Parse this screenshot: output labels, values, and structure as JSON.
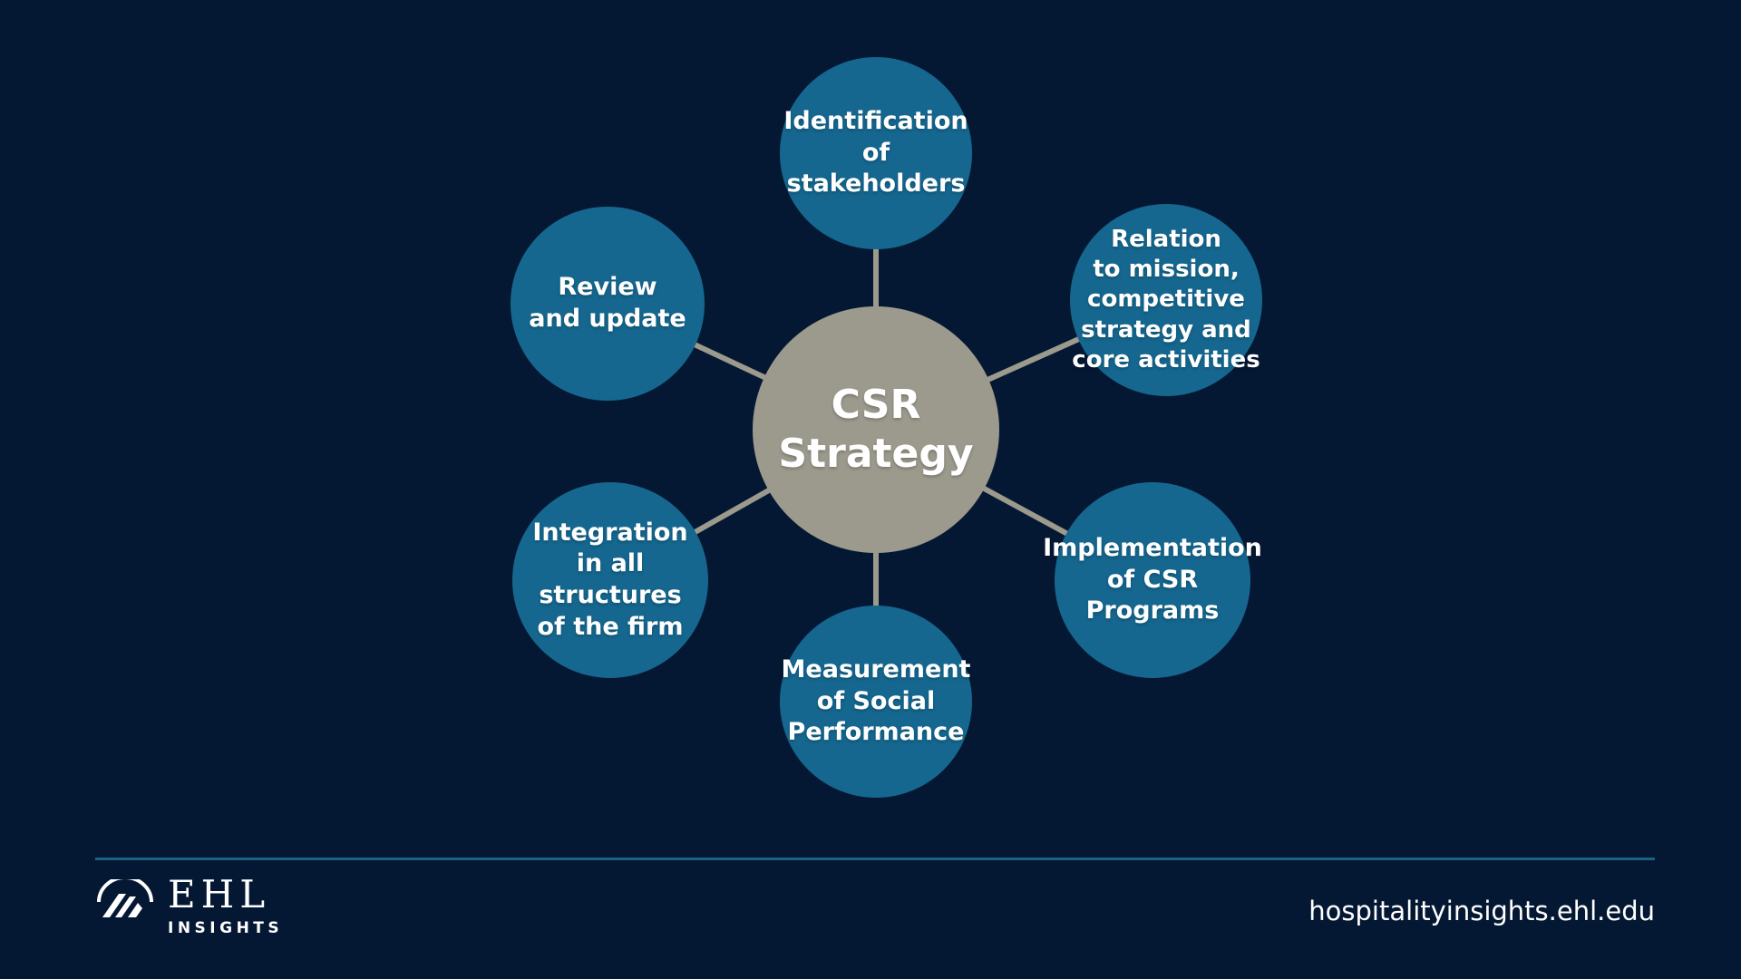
{
  "colors": {
    "bg_navy": "#051833",
    "node_blue": "#15678f",
    "center_gray": "#9c9a8d",
    "connector_gray": "#9c9a8d",
    "text_white": "#ffffff",
    "divider_teal": "#1b6283"
  },
  "diagram": {
    "center_label": "CSR\nStrategy",
    "nodes": [
      {
        "label": "Identification\nof stakeholders"
      },
      {
        "label": "Relation\nto mission,\ncompetitive\nstrategy and\ncore activities"
      },
      {
        "label": "Implementation\nof CSR\nPrograms"
      },
      {
        "label": "Measurement\nof Social\nPerformance"
      },
      {
        "label": "Integration\nin all structures\nof the firm"
      },
      {
        "label": "Review\nand update"
      }
    ]
  },
  "footer": {
    "brand": "EHL",
    "brand_sub": "INSIGHTS",
    "url": "hospitalityinsights.ehl.edu"
  }
}
